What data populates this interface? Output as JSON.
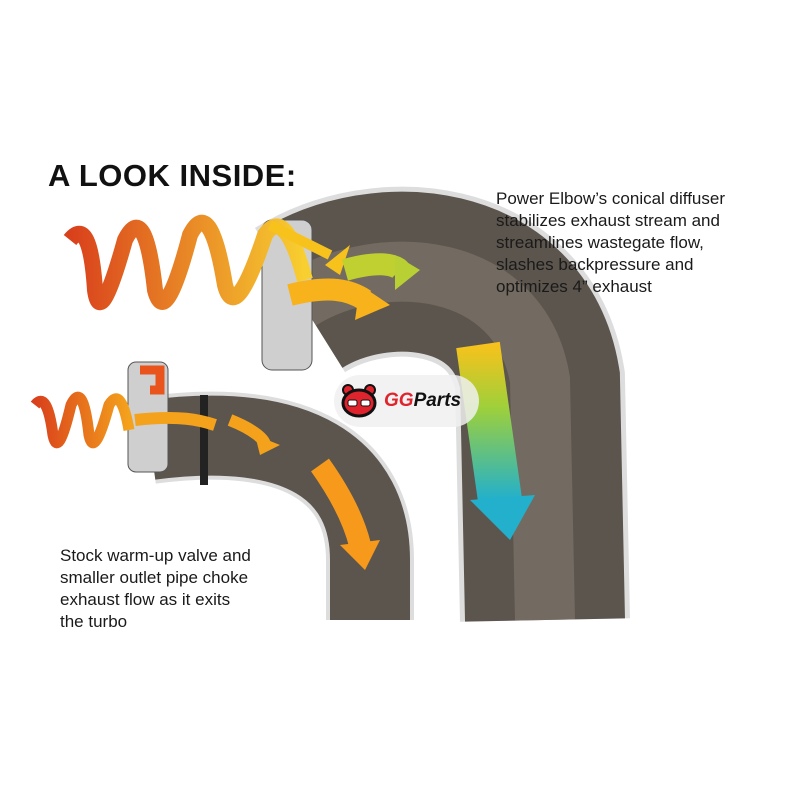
{
  "title": "A LOOK INSIDE:",
  "right_caption": {
    "lines": [
      "Power Elbow’s conical diffuser",
      "stabilizes exhaust stream and",
      "streamlines wastegate flow,",
      "slashes backpressure and",
      "optimizes 4” exhaust"
    ]
  },
  "left_caption": {
    "lines": [
      "Stock warm-up valve and",
      "smaller outlet pipe choke",
      "exhaust flow as it exits",
      "the turbo"
    ]
  },
  "watermark": {
    "part1": "GG",
    "part2": "Parts"
  },
  "colors": {
    "pipe": "#5c554d",
    "flow_hot": "#e0401c",
    "flow_warm": "#f7b21c",
    "flow_cool": "#2ab3c8",
    "brand": "#e0242d"
  }
}
